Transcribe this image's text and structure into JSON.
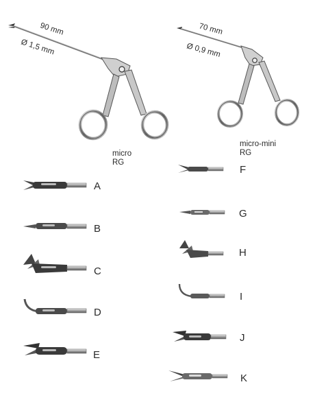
{
  "left_instrument": {
    "length": "90 mm",
    "diameter": "Ø 1,5 mm",
    "model_line1": "micro",
    "model_line2": "RG"
  },
  "right_instrument": {
    "length": "70 mm",
    "diameter": "Ø 0,9 mm",
    "model_line1": "micro-mini",
    "model_line2": "RG"
  },
  "tips_left": [
    {
      "letter": "A"
    },
    {
      "letter": "B"
    },
    {
      "letter": "C"
    },
    {
      "letter": "D"
    },
    {
      "letter": "E"
    }
  ],
  "tips_right": [
    {
      "letter": "F"
    },
    {
      "letter": "G"
    },
    {
      "letter": "H"
    },
    {
      "letter": "I"
    },
    {
      "letter": "J"
    },
    {
      "letter": "K"
    }
  ],
  "colors": {
    "metal_dark": "#3a3a3a",
    "metal_mid": "#8c8c8c",
    "metal_light": "#d6d6d6",
    "text": "#2a2a2a"
  }
}
